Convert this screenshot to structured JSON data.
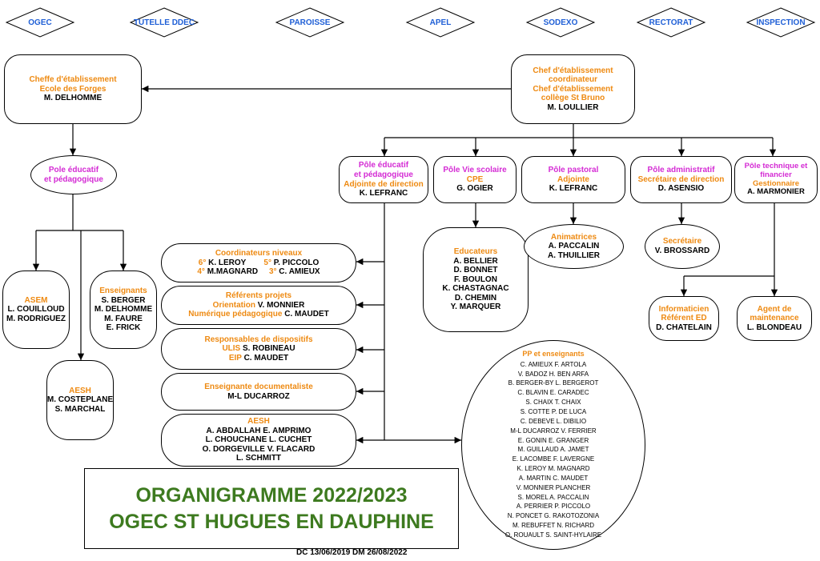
{
  "top_row": [
    "OGEC",
    "TUTELLE DDEC",
    "PAROISSE",
    "APEL",
    "SODEXO",
    "RECTORAT",
    "INSPECTION"
  ],
  "cheffe": {
    "title1": "Cheffe d'établissement",
    "title2": "Ecole des Forges",
    "name": "M. DELHOMME"
  },
  "chef": {
    "l1": "Chef d'établissement",
    "l2": "coordinateur",
    "l3": "Chef d'établissement",
    "l4": "collège St Bruno",
    "name": "M. LOULLIER"
  },
  "pole_edu_ecole": {
    "l1": "Pole éducatif",
    "l2": "et pédagogique"
  },
  "asem": {
    "title": "ASEM",
    "names": [
      "L. COUILLOUD",
      "M. RODRIGUEZ"
    ]
  },
  "enseignants": {
    "title": "Enseignants",
    "names": [
      "S. BERGER",
      "M. DELHOMME",
      "M. FAURE",
      "E. FRICK"
    ]
  },
  "aesh_ecole": {
    "title": "AESH",
    "names": [
      "M. COSTEPLANE",
      "S. MARCHAL"
    ]
  },
  "pole_edu": {
    "l1": "Pôle éducatif",
    "l2": "et pédagogique",
    "l3": "Adjointe de direction",
    "name": "K. LEFRANC"
  },
  "pole_vie": {
    "l1": "Pôle Vie scolaire",
    "l2": "CPE",
    "name": "G. OGIER"
  },
  "pole_pastoral": {
    "l1": "Pôle pastoral",
    "l2": "Adjointe",
    "name": "K. LEFRANC"
  },
  "pole_admin": {
    "l1": "Pôle administratif",
    "l2": "Secrétaire de direction",
    "name": "D. ASENSIO"
  },
  "pole_tech": {
    "l1": "Pôle technique et",
    "l2": "financier",
    "l3": "Gestionnaire",
    "name": "A. MARMONIER"
  },
  "coord": {
    "title": "Coordinateurs niveaux",
    "r1a_lvl": "6°",
    "r1a": "K. LEROY",
    "r1b_lvl": "5°",
    "r1b": "P. PICCOLO",
    "r2a_lvl": "4°",
    "r2a": "M.MAGNARD",
    "r2b_lvl": "3°",
    "r2b": "C. AMIEUX"
  },
  "referents": {
    "title": "Référents projets",
    "r1_label": "Orientation",
    "r1": "V. MONNIER",
    "r2_label": "Numérique pédagogique",
    "r2": "C. MAUDET"
  },
  "dispositifs": {
    "title": "Responsables de dispositifs",
    "r1_label": "ULIS",
    "r1": "S. ROBINEAU",
    "r2_label": "EIP",
    "r2": "C. MAUDET"
  },
  "doc": {
    "title": "Enseignante documentaliste",
    "name": "M-L DUCARROZ"
  },
  "aesh_college": {
    "title": "AESH",
    "names": [
      "A. ABDALLAH E. AMPRIMO",
      "L. CHOUCHANE L. CUCHET",
      "O. DORGEVILLE V. FLACARD",
      "L. SCHMITT"
    ]
  },
  "educateurs": {
    "title": "Educateurs",
    "names": [
      "A. BELLIER",
      "D. BONNET",
      "F. BOULON",
      "K. CHASTAGNAC",
      "D. CHEMIN",
      "Y. MARQUER"
    ]
  },
  "animatrices": {
    "title": "Animatrices",
    "names": [
      "A. PACCALIN",
      "A. THUILLIER"
    ]
  },
  "secretaire": {
    "title": "Secrétaire",
    "name": "V. BROSSARD"
  },
  "informaticien": {
    "l1": "Informaticien",
    "l2": "Référent ED",
    "name": "D. CHATELAIN"
  },
  "agent": {
    "l1": "Agent de",
    "l2": "maintenance",
    "name": "L. BLONDEAU"
  },
  "pp": {
    "title": "PP et enseignants",
    "names": [
      "C. AMIEUX  F. ARTOLA",
      "V. BADOZ H. BEN ARFA",
      "B. BERGER-BY  L. BERGEROT",
      "C. BLAVIN  E. CARADEC",
      "S. CHAIX T. CHAIX",
      "S. COTTE  P. DE LUCA",
      "C. DEBEVE L. DIBILIO",
      "M-L DUCARROZ V. FERRIER",
      "E. GONIN  E. GRANGER",
      "M. GUILLAUD A. JAMET",
      "E. LACOMBE F. LAVERGNE",
      "K. LEROY  M. MAGNARD",
      "A. MARTIN C. MAUDET",
      "V. MONNIER PLANCHER",
      "S. MOREL A. PACCALIN",
      "A. PERRIER  P. PICCOLO",
      "N. PONCET  G. RAKOTOZONIA",
      "M. REBUFFET  N. RICHARD",
      "O. ROUAULT  S. SAINT-HYLAIRE"
    ]
  },
  "title": {
    "line1": "ORGANIGRAMME 2022/2023",
    "line2": "OGEC ST HUGUES EN DAUPHINE"
  },
  "footer": "DC 13/06/2019  DM 26/08/2022",
  "colors": {
    "orange": "#ee8a12",
    "magenta": "#d42bd4",
    "blue": "#1f5fd6",
    "green": "#3d7a1f"
  }
}
